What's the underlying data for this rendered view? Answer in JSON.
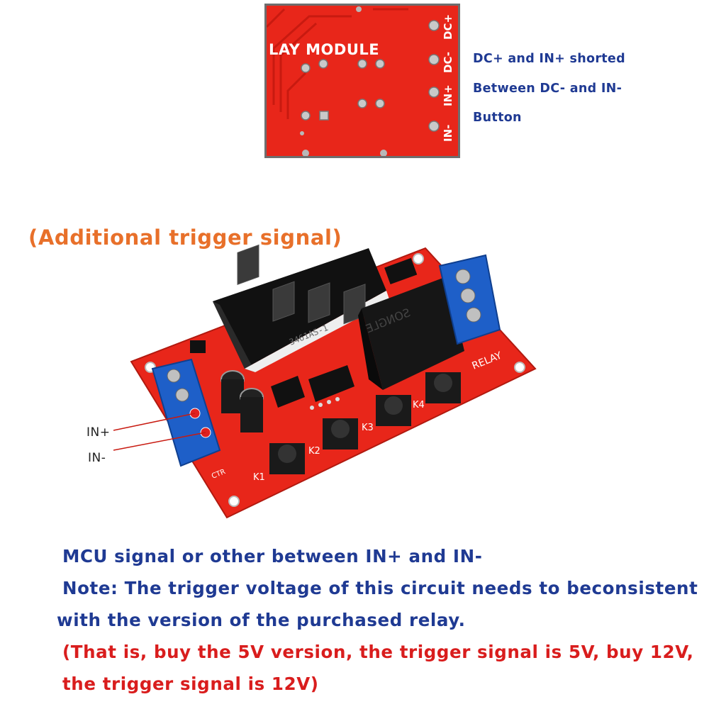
{
  "inset": {
    "title": "LAY MODULE",
    "pins": [
      "DC+",
      "DC-",
      "IN+",
      "IN-"
    ]
  },
  "notes_top": [
    "DC+ and IN+ shorted",
    "Between DC- and IN-",
    "Button"
  ],
  "heading": "(Additional trigger signal)",
  "board": {
    "relay_label": "RELAY",
    "buttons": [
      "K1",
      "K2",
      "K3",
      "K4"
    ],
    "display_code": "3461AS-1",
    "relay_brand": "SONGLE",
    "terminal_label": "CTR"
  },
  "callouts": {
    "in_plus": "IN+",
    "in_minus": "IN-"
  },
  "bottom": {
    "line1": "MCU signal or other between IN+ and IN-",
    "line2": "Note: The trigger voltage of this circuit needs to beconsistent",
    "line3": " with the version of the purchased relay.",
    "line4": "(That is, buy the 5V version, the trigger signal is 5V, buy 12V,",
    "line5": "the trigger signal is 12V)"
  },
  "colors": {
    "pcb_red": "#e8261a",
    "text_blue": "#1f3a93",
    "text_red": "#d91d1d",
    "heading_orange": "#e8702a",
    "terminal_blue": "#1e5fc8"
  }
}
